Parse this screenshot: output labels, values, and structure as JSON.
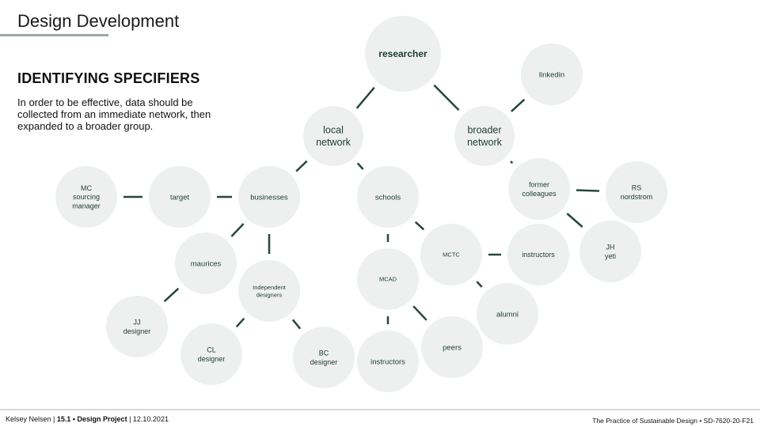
{
  "header": {
    "title": "Design Development"
  },
  "section": {
    "heading": "IDENTIFYING SPECIFIERS",
    "body": "In order to be effective, data should be collected from an immediate network, then expanded to a broader group."
  },
  "diagram": {
    "node_color": "#edf0ee",
    "edge_color": "#26473d",
    "nodes": [
      {
        "id": "researcher",
        "label": "researcher",
        "bold": true
      },
      {
        "id": "local",
        "label": "local\nnetwork"
      },
      {
        "id": "broader",
        "label": "broader\nnetwork"
      },
      {
        "id": "linkedin",
        "label": "linkedin"
      },
      {
        "id": "businesses",
        "label": "businesses"
      },
      {
        "id": "schools",
        "label": "schools"
      },
      {
        "id": "former",
        "label": "former\ncolleagues"
      },
      {
        "id": "rs",
        "label": "RS\nnordstrom"
      },
      {
        "id": "jh",
        "label": "JH\nyeti"
      },
      {
        "id": "target",
        "label": "target"
      },
      {
        "id": "mc",
        "label": "MC\nsourcing\nmanager"
      },
      {
        "id": "maurices",
        "label": "maurices"
      },
      {
        "id": "indep",
        "label": "Independent\ndesigners"
      },
      {
        "id": "jj",
        "label": "JJ\ndesigner"
      },
      {
        "id": "cl",
        "label": "CL\ndesigner"
      },
      {
        "id": "bc",
        "label": "BC\ndesigner"
      },
      {
        "id": "mctc",
        "label": "MCTC"
      },
      {
        "id": "instr1",
        "label": "instructors"
      },
      {
        "id": "alumni",
        "label": "alumni"
      },
      {
        "id": "mcad",
        "label": "MCAD"
      },
      {
        "id": "peers",
        "label": "peers"
      },
      {
        "id": "instr2",
        "label": "instructors"
      }
    ],
    "edges": [
      [
        "researcher",
        "local"
      ],
      [
        "researcher",
        "broader"
      ],
      [
        "broader",
        "linkedin"
      ],
      [
        "broader",
        "former"
      ],
      [
        "former",
        "rs"
      ],
      [
        "former",
        "jh"
      ],
      [
        "local",
        "businesses"
      ],
      [
        "local",
        "schools"
      ],
      [
        "businesses",
        "target"
      ],
      [
        "target",
        "mc"
      ],
      [
        "businesses",
        "maurices"
      ],
      [
        "businesses",
        "indep"
      ],
      [
        "maurices",
        "jj"
      ],
      [
        "indep",
        "cl"
      ],
      [
        "indep",
        "bc"
      ],
      [
        "schools",
        "mctc"
      ],
      [
        "schools",
        "mcad"
      ],
      [
        "mctc",
        "instr1"
      ],
      [
        "mctc",
        "alumni"
      ],
      [
        "mcad",
        "peers"
      ],
      [
        "mcad",
        "instr2"
      ]
    ]
  },
  "footer": {
    "author": "Kelsey Nelsen",
    "separator": " | ",
    "project": "15.1 • Design Project",
    "date": "12.10.2021",
    "course": "The Practice of Sustainable Design • SD-7620-20-F21"
  }
}
